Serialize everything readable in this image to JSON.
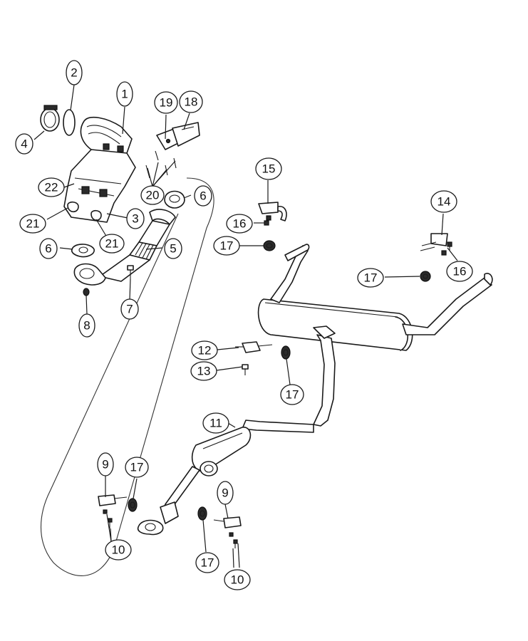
{
  "callouts": [
    {
      "id": "c1",
      "label": "1"
    },
    {
      "id": "c2",
      "label": "2"
    },
    {
      "id": "c3",
      "label": "3"
    },
    {
      "id": "c4",
      "label": "4"
    },
    {
      "id": "c5",
      "label": "5"
    },
    {
      "id": "c6a",
      "label": "6"
    },
    {
      "id": "c6b",
      "label": "6"
    },
    {
      "id": "c7",
      "label": "7"
    },
    {
      "id": "c8",
      "label": "8"
    },
    {
      "id": "c9a",
      "label": "9"
    },
    {
      "id": "c9b",
      "label": "9"
    },
    {
      "id": "c10a",
      "label": "10"
    },
    {
      "id": "c10b",
      "label": "10"
    },
    {
      "id": "c11",
      "label": "11"
    },
    {
      "id": "c12",
      "label": "12"
    },
    {
      "id": "c13",
      "label": "13"
    },
    {
      "id": "c14",
      "label": "14"
    },
    {
      "id": "c15",
      "label": "15"
    },
    {
      "id": "c16a",
      "label": "16"
    },
    {
      "id": "c16b",
      "label": "16"
    },
    {
      "id": "c17a",
      "label": "17"
    },
    {
      "id": "c17b",
      "label": "17"
    },
    {
      "id": "c17c",
      "label": "17"
    },
    {
      "id": "c17d",
      "label": "17"
    },
    {
      "id": "c17e",
      "label": "17"
    },
    {
      "id": "c18",
      "label": "18"
    },
    {
      "id": "c19",
      "label": "19"
    },
    {
      "id": "c20",
      "label": "20"
    },
    {
      "id": "c21a",
      "label": "21"
    },
    {
      "id": "c21b",
      "label": "21"
    },
    {
      "id": "c22",
      "label": "22"
    }
  ]
}
